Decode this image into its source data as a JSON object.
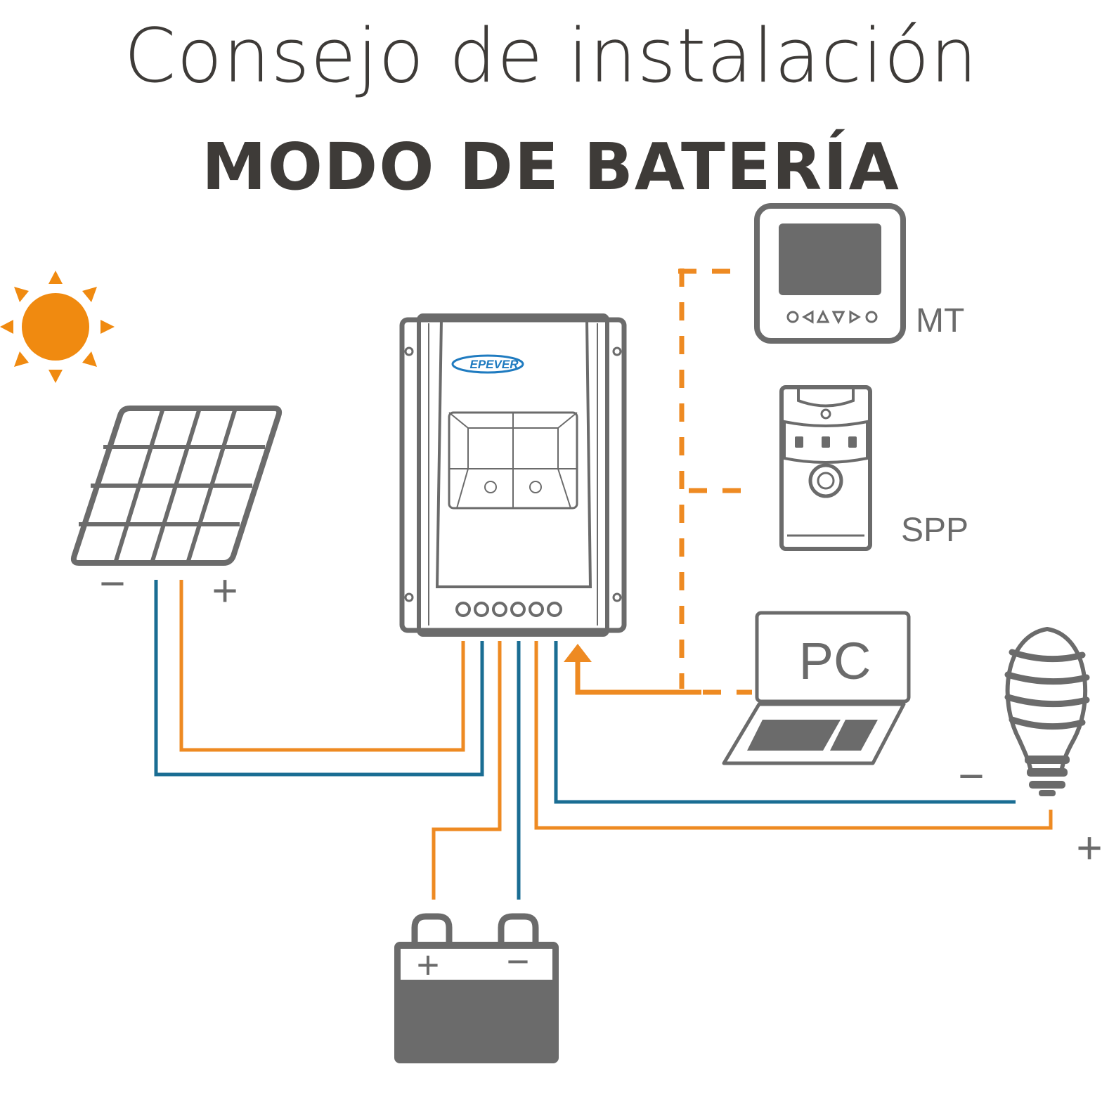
{
  "header": {
    "title": "Consejo de instalación",
    "subtitle": "MODO DE BATERÍA"
  },
  "controller": {
    "brand": "EPEVER"
  },
  "devices": {
    "mt_label": "MT",
    "spp_label": "SPP",
    "pc_label": "PC"
  },
  "polarity": {
    "minus": "−",
    "plus": "+"
  },
  "colors": {
    "positive_wire": "#ee8a22",
    "negative_wire": "#1a6d93",
    "sun": "#f08a10",
    "outline": "#6b6b6b",
    "text": "#3e3b38"
  },
  "icons": [
    "sun-icon",
    "solar-panel-icon",
    "charge-controller-icon",
    "mt-meter-icon",
    "spp-module-icon",
    "pc-laptop-icon",
    "bulb-icon",
    "battery-icon"
  ]
}
